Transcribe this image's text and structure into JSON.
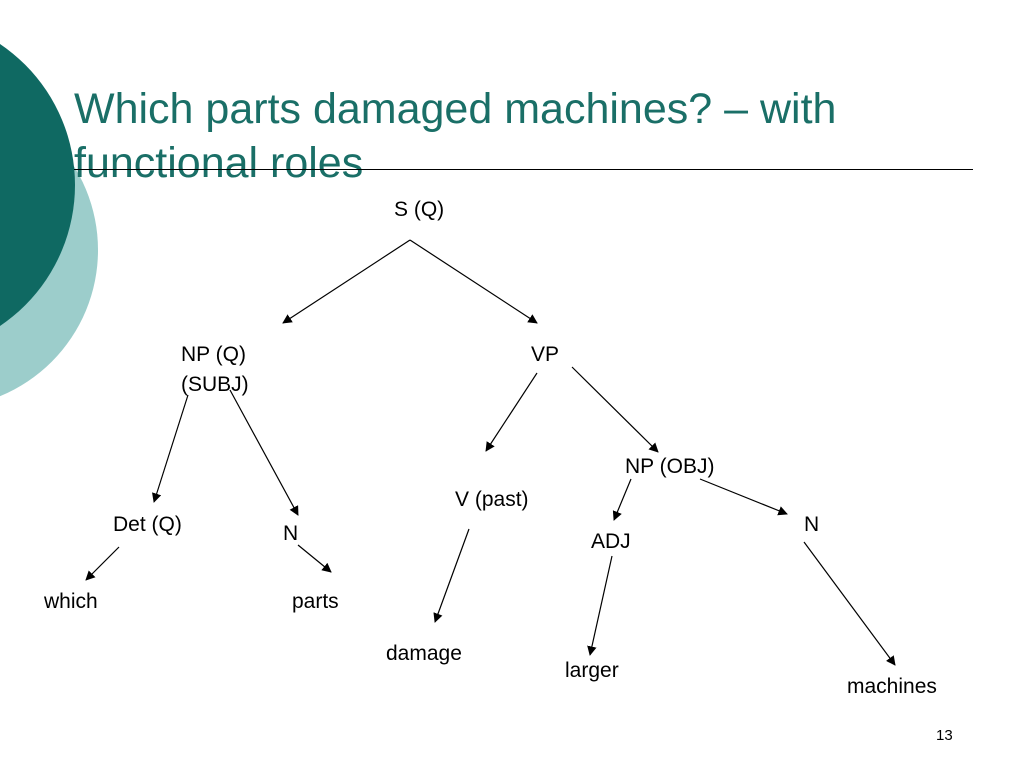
{
  "slide": {
    "title_line1": "Which parts damaged machines? – with",
    "title_line2": "functional roles",
    "slide_number": "13",
    "colors": {
      "title": "#1a6f67",
      "circle_dark": "#0f6962",
      "circle_light": "#9ccdcb"
    }
  },
  "tree": {
    "nodes": {
      "s": "S (Q)",
      "np_q": "NP (Q)",
      "np_q_role": "(SUBJ)",
      "vp": "VP",
      "det": "Det (Q)",
      "n_parts": "N",
      "v_past": "V (past)",
      "np_obj": "NP (OBJ)",
      "adj": "ADJ",
      "n_machines": "N",
      "which": "which",
      "parts": "parts",
      "damage": "damage",
      "larger": "larger",
      "machines": "machines"
    },
    "edges": [
      [
        "S (Q)",
        "NP (Q) (SUBJ)"
      ],
      [
        "S (Q)",
        "VP"
      ],
      [
        "NP (Q) (SUBJ)",
        "Det (Q)"
      ],
      [
        "NP (Q) (SUBJ)",
        "N"
      ],
      [
        "VP",
        "V (past)"
      ],
      [
        "VP",
        "NP (OBJ)"
      ],
      [
        "Det (Q)",
        "which"
      ],
      [
        "N",
        "parts"
      ],
      [
        "V (past)",
        "damage"
      ],
      [
        "NP (OBJ)",
        "ADJ"
      ],
      [
        "NP (OBJ)",
        "N"
      ],
      [
        "ADJ",
        "larger"
      ],
      [
        "N",
        "machines"
      ]
    ]
  }
}
